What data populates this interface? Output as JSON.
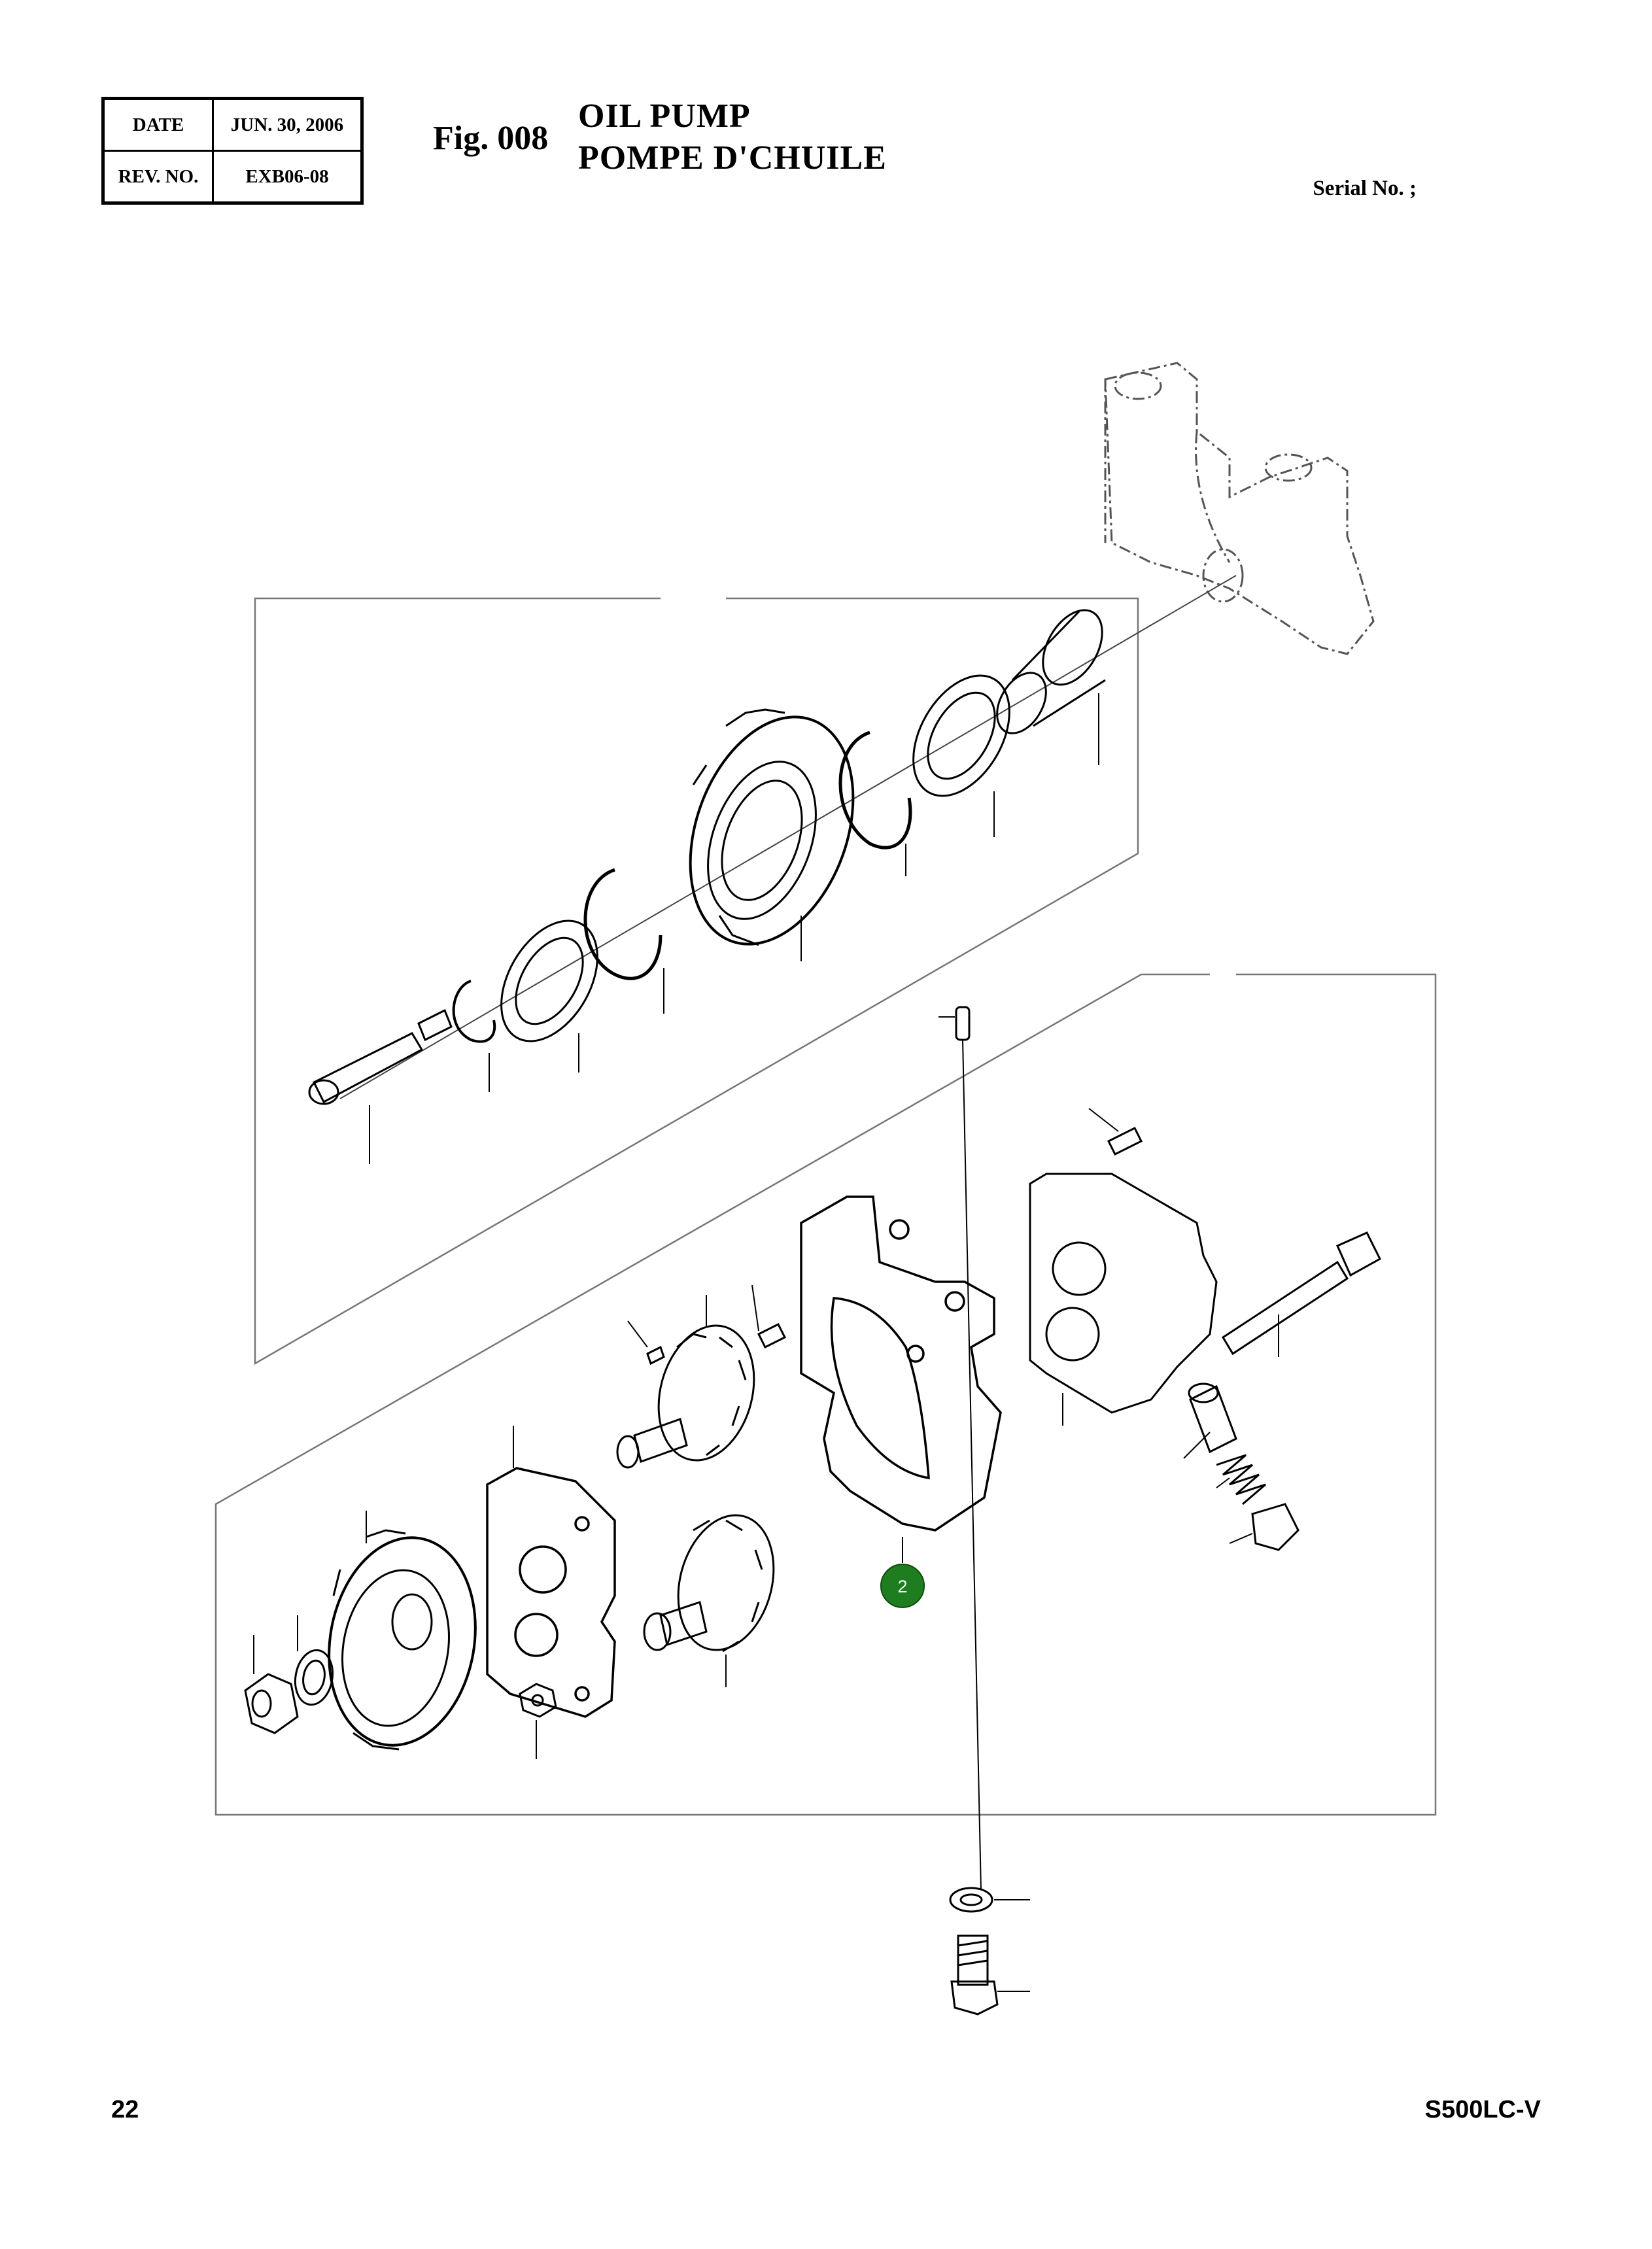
{
  "header": {
    "date_label": "DATE",
    "date_value": "JUN. 30, 2006",
    "rev_label": "REV. NO.",
    "rev_value": "EXB06-08",
    "fig_number": "Fig. 008",
    "title_en": "OIL PUMP",
    "title_fr": "POMPE D'CHUILE",
    "serial": "Serial No. ;"
  },
  "callouts": [
    {
      "label": "2",
      "color": "#1e7d1e"
    }
  ],
  "footer": {
    "page": "22",
    "model": "S500LC-V"
  }
}
